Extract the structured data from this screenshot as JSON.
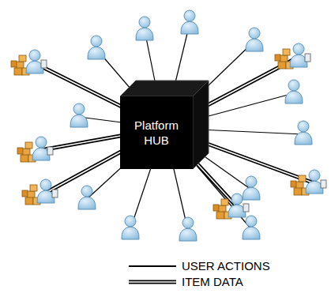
{
  "diagram": {
    "nodes": [
      {
        "text": [
          "Platform HUB"
        ]
      }
    ],
    "legend": [
      {
        "text": "USER ACTIONS"
      },
      {
        "text": "ITEM DATA"
      }
    ]
  }
}
